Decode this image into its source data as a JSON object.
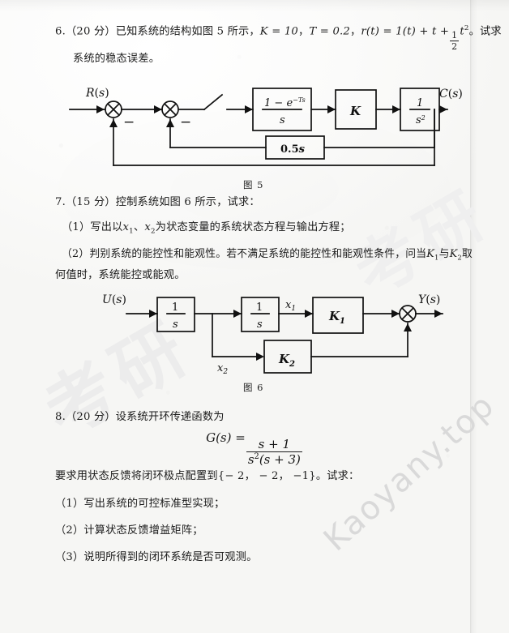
{
  "document": {
    "kind": "scanned-exam-page",
    "language": "zh-CN",
    "watermarks": {
      "latin": "Kaoyany.top",
      "cjk": "考研"
    }
  },
  "questions": [
    {
      "id": "q6",
      "number": "6",
      "marks": "（20 分）",
      "lines": {
        "line1_a": "6.（20 分）已知系统的结构如图 5 所示，",
        "line1_b": "K = 10",
        "line1_c": "T = 0.2",
        "line1_d": "r(t) = 1(t) + t +",
        "line1_frac_num": "1",
        "line1_frac_den": "2",
        "line1_e": "t",
        "line1_exp": "2",
        "line1_f": "。试求",
        "line2": "系统的稳态误差。"
      },
      "figure": {
        "caption": "图 5",
        "input_label": "R(s)",
        "output_label": "C(s)",
        "sum_signs": [
          "−",
          "−"
        ],
        "blocks": [
          {
            "name": "zoh",
            "num_a": "1 − e",
            "num_exp": "−Ts",
            "den": "s"
          },
          {
            "name": "gain",
            "label": "K"
          },
          {
            "name": "integrator",
            "num": "1",
            "den": "s",
            "den_exp": "2"
          },
          {
            "name": "feedback",
            "label": "0.5s"
          }
        ],
        "sampler": "switch"
      }
    },
    {
      "id": "q7",
      "number": "7",
      "marks": "（15 分）",
      "lines": {
        "line1": "7.（15 分）控制系统如图 6 所示，试求：",
        "line2_a": "（1）写出以",
        "line2_x1": "x",
        "line2_x1sub": "1",
        "line2_b": "、",
        "line2_x2": "x",
        "line2_x2sub": "2",
        "line2_c": "为状态变量的系统状态方程与输出方程；",
        "line3_a": "（2）判别系统的能控性和能观性。若不满足系统的能控性和能观性条件，问当",
        "line3_k1": "K",
        "line3_k1sub": "1",
        "line3_b": "与",
        "line3_k2": "K",
        "line3_k2sub": "2",
        "line3_c": "取",
        "line4": "何值时，系统能控或能观。"
      },
      "figure": {
        "caption": "图 6",
        "input_label": "U(s)",
        "output_label": "Y(s)",
        "state_labels": [
          "x₁",
          "x₂"
        ],
        "blocks": [
          {
            "name": "integrator-1",
            "num": "1",
            "den": "s"
          },
          {
            "name": "integrator-2",
            "num": "1",
            "den": "s"
          },
          {
            "name": "gain-k1",
            "label": "K",
            "sub": "1"
          },
          {
            "name": "gain-k2",
            "label": "K",
            "sub": "2"
          }
        ]
      }
    },
    {
      "id": "q8",
      "number": "8",
      "marks": "（20 分）",
      "lines": {
        "line1": "8.（20 分）设系统开环传递函数为",
        "eq_lhs": "G(s) =",
        "eq_num": "s + 1",
        "eq_den_a": "s",
        "eq_den_exp": "2",
        "eq_den_b": "(s + 3)",
        "line2": "要求用状态反馈将闭环极点配置到{− 2，  − 2，  −1}。试求：",
        "item1": "（1）写出系统的可控标准型实现；",
        "item2": "（2）计算状态反馈增益矩阵；",
        "item3": "（3）说明所得到的闭环系统是否可观测。"
      }
    }
  ]
}
